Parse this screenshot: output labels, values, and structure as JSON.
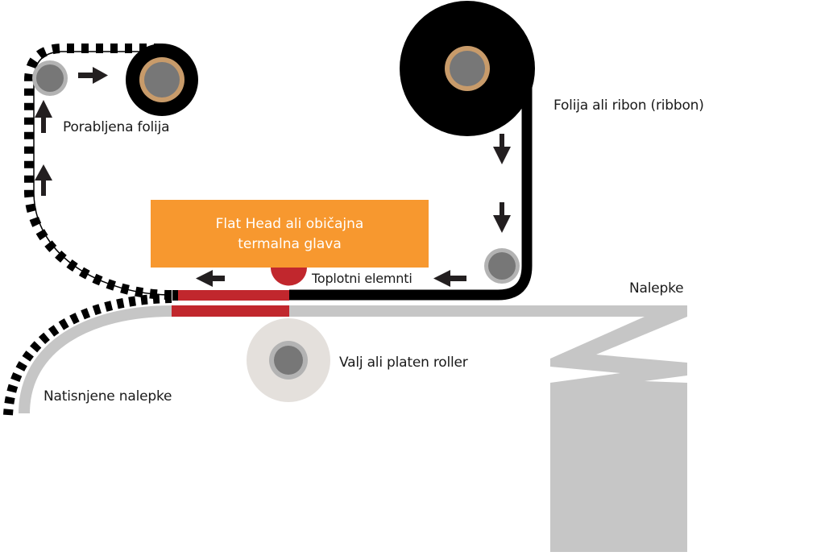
{
  "diagram": {
    "title": "Thermal transfer printing mechanism",
    "labels": {
      "used_ribbon": "Porabljena folija",
      "ribbon": "Folija ali ribon (ribbon)",
      "print_head_line1": "Flat Head ali običajna",
      "print_head_line2": "termalna glava",
      "heating_elements": "Toplotni elemnti",
      "labels_stock": "Nalepke",
      "platen": "Valj ali platen roller",
      "printed_labels": "Natisnjene nalepke"
    },
    "colors": {
      "ribbon": "#000000",
      "print_head": "#f7982f",
      "heating": "#c1272d",
      "label_web": "#c6c6c6",
      "roller_core": "#777777",
      "roller_ring": "#b3b3b3",
      "spool_ring": "#c89b6a",
      "platen": "#e4e0dc",
      "arrow": "#231f20"
    },
    "arrows": [
      {
        "name": "arrow-right-to-takeup",
        "direction": "right"
      },
      {
        "name": "arrow-up-1",
        "direction": "up"
      },
      {
        "name": "arrow-up-2",
        "direction": "up"
      },
      {
        "name": "arrow-down-1",
        "direction": "down"
      },
      {
        "name": "arrow-down-2",
        "direction": "down"
      },
      {
        "name": "arrow-left-1",
        "direction": "left"
      },
      {
        "name": "arrow-left-2",
        "direction": "left"
      }
    ]
  }
}
